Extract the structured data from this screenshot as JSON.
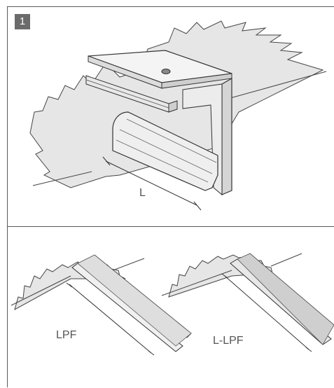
{
  "step": {
    "number": "1"
  },
  "top_panel": {
    "length_label": "L"
  },
  "bottom_panel": {
    "left_label": "LPF",
    "right_label": "L-LPF"
  }
}
